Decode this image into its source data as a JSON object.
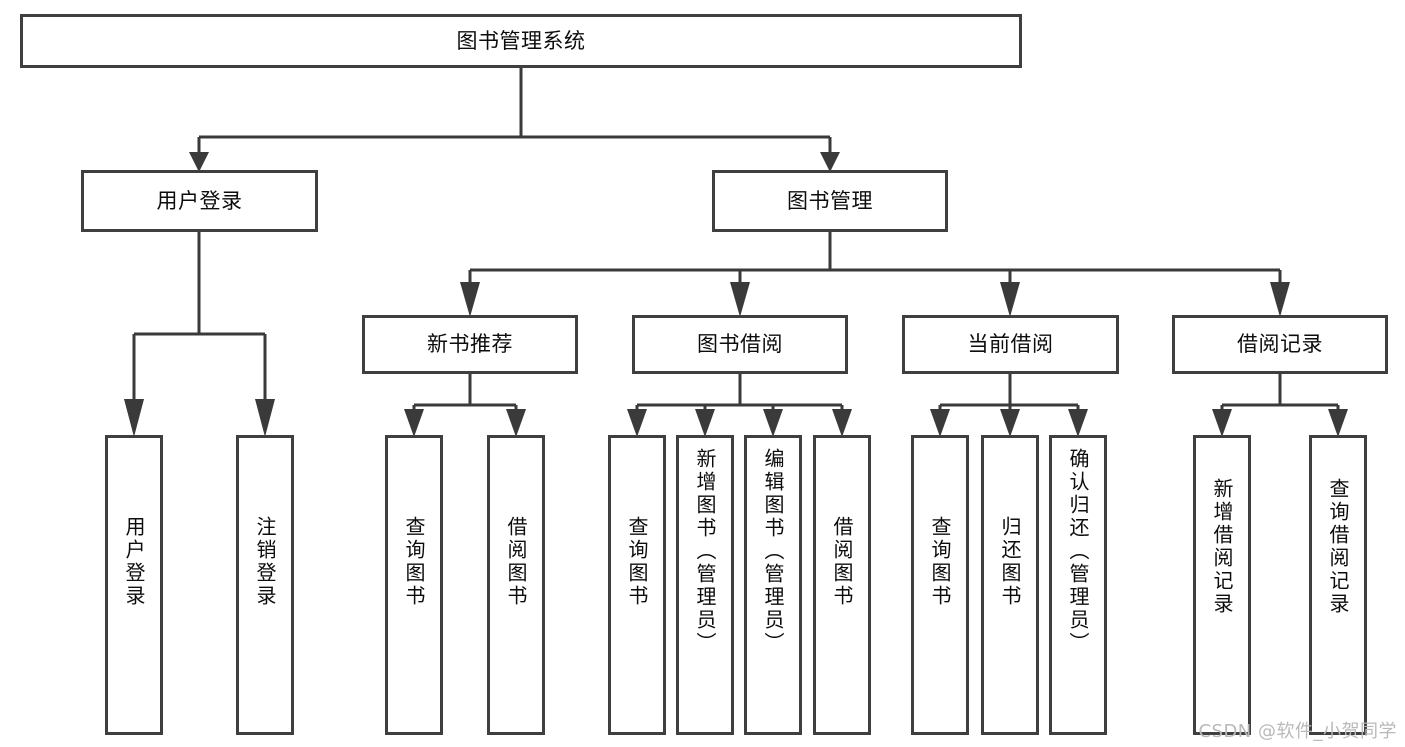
{
  "diagram": {
    "title": "图书管理系统",
    "type": "tree",
    "accent_color": "#3f3f3f",
    "background_color": "#ffffff",
    "text_color": "#0d0d0d"
  },
  "nodes": {
    "root": {
      "label": "图书管理系统",
      "level": 0
    },
    "l1": [
      {
        "id": "user-login",
        "label": "用户登录",
        "level": 1
      },
      {
        "id": "book-manage",
        "label": "图书管理",
        "level": 1
      }
    ],
    "l2": [
      {
        "id": "new-book-recommend",
        "label": "新书推荐",
        "level": 2,
        "parent": "book-manage"
      },
      {
        "id": "book-borrow",
        "label": "图书借阅",
        "level": 2,
        "parent": "book-manage"
      },
      {
        "id": "current-borrow",
        "label": "当前借阅",
        "level": 2,
        "parent": "book-manage"
      },
      {
        "id": "borrow-record",
        "label": "借阅记录",
        "level": 2,
        "parent": "book-manage"
      }
    ],
    "leaves": [
      {
        "id": "leaf-user-login",
        "label": "用户登录",
        "parent": "user-login"
      },
      {
        "id": "leaf-user-logout",
        "label": "注销登录",
        "parent": "user-login"
      },
      {
        "id": "leaf-query-book-1",
        "label": "查询图书",
        "parent": "new-book-recommend"
      },
      {
        "id": "leaf-borrow-book-1",
        "label": "借阅图书",
        "parent": "new-book-recommend"
      },
      {
        "id": "leaf-query-book-2",
        "label": "查询图书",
        "parent": "book-borrow"
      },
      {
        "id": "leaf-add-book",
        "label": "新增图书（管理员）",
        "parent": "book-borrow"
      },
      {
        "id": "leaf-edit-book",
        "label": "编辑图书（管理员）",
        "parent": "book-borrow"
      },
      {
        "id": "leaf-borrow-book-2",
        "label": "借阅图书",
        "parent": "book-borrow"
      },
      {
        "id": "leaf-query-book-3",
        "label": "查询图书",
        "parent": "current-borrow"
      },
      {
        "id": "leaf-return-book",
        "label": "归还图书",
        "parent": "current-borrow"
      },
      {
        "id": "leaf-confirm-return",
        "label": "确认归还（管理员）",
        "parent": "current-borrow"
      },
      {
        "id": "leaf-add-record",
        "label": "新增借阅记录",
        "parent": "borrow-record"
      },
      {
        "id": "leaf-query-record",
        "label": "查询借阅记录",
        "parent": "borrow-record"
      }
    ]
  },
  "watermark": {
    "text": "CSDN @软件_小贺同学"
  }
}
